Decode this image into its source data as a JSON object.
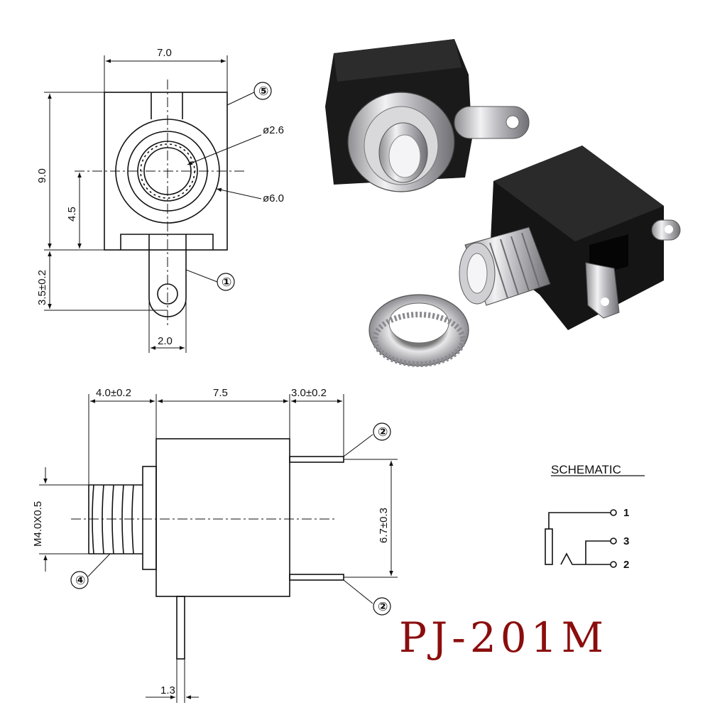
{
  "product_name": "PJ-201M",
  "schematic": {
    "title": "SCHEMATIC",
    "pins": [
      "1",
      "3",
      "2"
    ]
  },
  "front_view": {
    "width": "7.0",
    "height": "9.0",
    "center_height": "4.5",
    "lug_length": "3.5±0.2",
    "lug_width": "2.0",
    "inner_diameter": "ø2.6",
    "outer_diameter": "ø6.0",
    "callouts": [
      "⑤",
      "①"
    ]
  },
  "side_view": {
    "thread_length": "4.0±0.2",
    "body_length": "7.5",
    "pin_length": "3.0±0.2",
    "thread_spec": "M4.0X0.5",
    "pin_spacing": "6.7±0.3",
    "bottom_pin_width": "1.3",
    "callouts": [
      "②",
      "②",
      "④"
    ]
  },
  "colors": {
    "product_text": "#8b0d0d",
    "jack_body": "#1a1a1a",
    "metal": "#c8c8cc"
  }
}
